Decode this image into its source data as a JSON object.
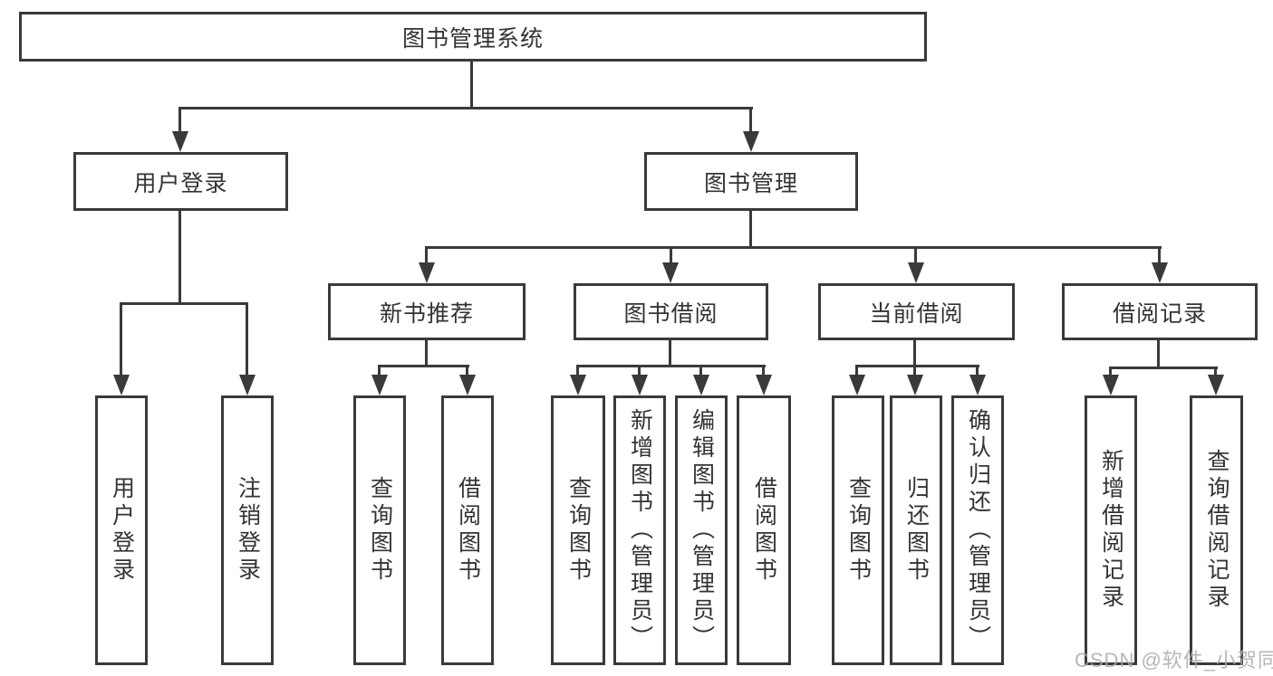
{
  "diagram": {
    "root": {
      "label": "图书管理系统"
    },
    "level2": [
      {
        "label": "用户登录"
      },
      {
        "label": "图书管理"
      }
    ],
    "level3": [
      {
        "label": "新书推荐"
      },
      {
        "label": "图书借阅"
      },
      {
        "label": "当前借阅"
      },
      {
        "label": "借阅记录"
      }
    ],
    "leaves": {
      "user_login": [
        "用户登录",
        "注销登录"
      ],
      "new_book_recommend": [
        "查询图书",
        "借阅图书"
      ],
      "book_borrow": [
        "查询图书",
        "新增图书（管理员）",
        "编辑图书（管理员）",
        "借阅图书"
      ],
      "current_borrow": [
        "查询图书",
        "归还图书",
        "确认归还（管理员）"
      ],
      "borrow_records": [
        "新增借阅记录",
        "查询借阅记录"
      ]
    },
    "colors": {
      "line": "#3a3a3a",
      "text": "#333333",
      "box_background": "#ffffff",
      "watermark": "#aaaaaa"
    }
  },
  "watermark": {
    "text": "CSDN @软件_小贺同学"
  }
}
